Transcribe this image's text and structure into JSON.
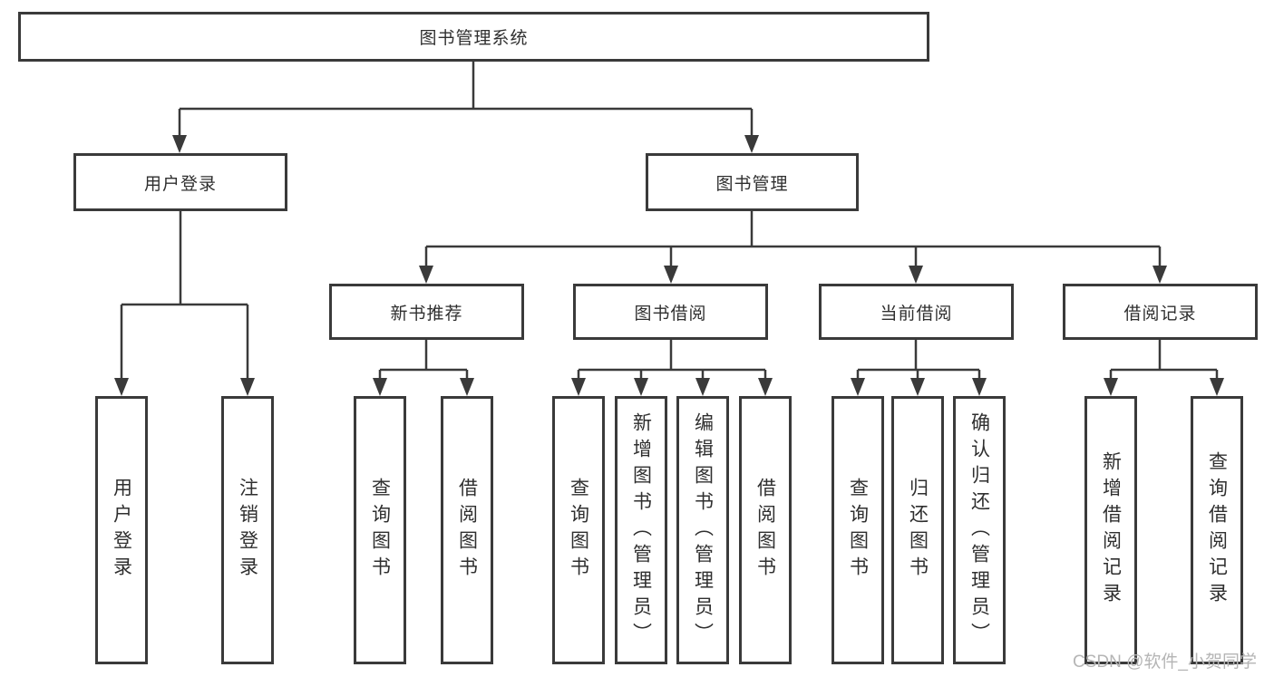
{
  "diagram": {
    "title": "图书管理系统",
    "root": {
      "label": "图书管理系统"
    },
    "level2": [
      {
        "label": "用户登录"
      },
      {
        "label": "图书管理"
      }
    ],
    "level3": [
      {
        "label": "新书推荐"
      },
      {
        "label": "图书借阅"
      },
      {
        "label": "当前借阅"
      },
      {
        "label": "借阅记录"
      }
    ],
    "level4": {
      "user_login": [
        "用户登录",
        "注销登录"
      ],
      "new_books": [
        "查询图书",
        "借阅图书"
      ],
      "book_borrow": [
        "查询图书",
        "新增图书（管理员）",
        "编辑图书（管理员）",
        "借阅图书"
      ],
      "current_borrow": [
        "查询图书",
        "归还图书",
        "确认归还（管理员）"
      ],
      "borrow_records": [
        "新增借阅记录",
        "查询借阅记录"
      ]
    }
  },
  "watermark": {
    "text": "CSDN @软件_小贺同学"
  },
  "colors": {
    "line": "#3a3a3a",
    "text": "#2f2f2f",
    "watermark": "#b5b5b5",
    "bg": "#ffffff"
  }
}
